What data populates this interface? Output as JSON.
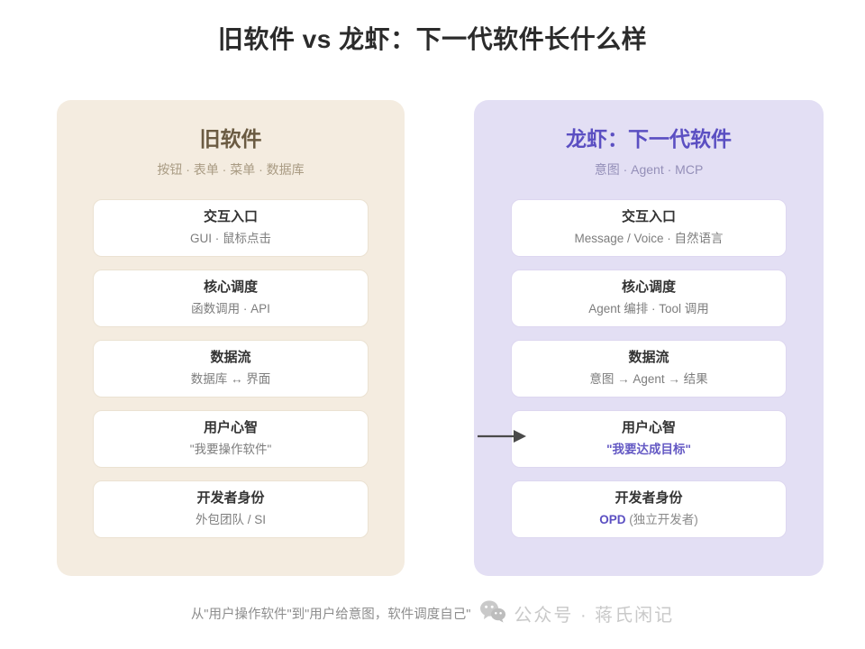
{
  "page": {
    "title": "旧软件 vs 龙虾：下一代软件长什么样",
    "background_color": "#ffffff"
  },
  "colors": {
    "old_panel_bg": "#f4ece0",
    "old_title": "#6b5b42",
    "old_subtitle": "#a99b83",
    "new_panel_bg": "#e3dff4",
    "new_title": "#5b4fc2",
    "new_subtitle": "#948fb8",
    "accent_purple": "#6459c4",
    "card_bg": "#ffffff",
    "arrow": "#4a4a4a",
    "watermark": "#c9c9c9"
  },
  "panels": {
    "old": {
      "title": "旧软件",
      "subtitle": "按钮 · 表单 · 菜单 · 数据库",
      "cards": [
        {
          "title": "交互入口",
          "subtitle": "GUI · 鼠标点击"
        },
        {
          "title": "核心调度",
          "subtitle": "函数调用 · API"
        },
        {
          "title": "数据流",
          "subtitle": "数据库 ↔ 界面"
        },
        {
          "title": "用户心智",
          "subtitle": "\"我要操作软件\""
        },
        {
          "title": "开发者身份",
          "subtitle": "外包团队 / SI"
        }
      ]
    },
    "new": {
      "title": "龙虾：下一代软件",
      "subtitle": "意图 · Agent · MCP",
      "cards": [
        {
          "title": "交互入口",
          "subtitle": "Message / Voice · 自然语言",
          "accent": false
        },
        {
          "title": "核心调度",
          "subtitle": "Agent 编排 · Tool 调用",
          "accent": false
        },
        {
          "title": "数据流",
          "subtitle": "意图 → Agent → 结果",
          "accent": false
        },
        {
          "title": "用户心智",
          "subtitle": "\"我要达成目标\"",
          "accent": true
        },
        {
          "title": "开发者身份",
          "subtitle": "OPD (独立开发者)",
          "accent": false,
          "subtitle_strong": "OPD",
          "subtitle_note": "(独立开发者)"
        }
      ]
    }
  },
  "arrow": {
    "icon": "arrow-right-icon",
    "direction": "right"
  },
  "footer": {
    "note": "从\"用户操作软件\"到\"用户给意图，软件调度自己\"",
    "watermark": {
      "icon": "wechat-icon",
      "text": "公众号 · 蒋氏闲记"
    }
  }
}
